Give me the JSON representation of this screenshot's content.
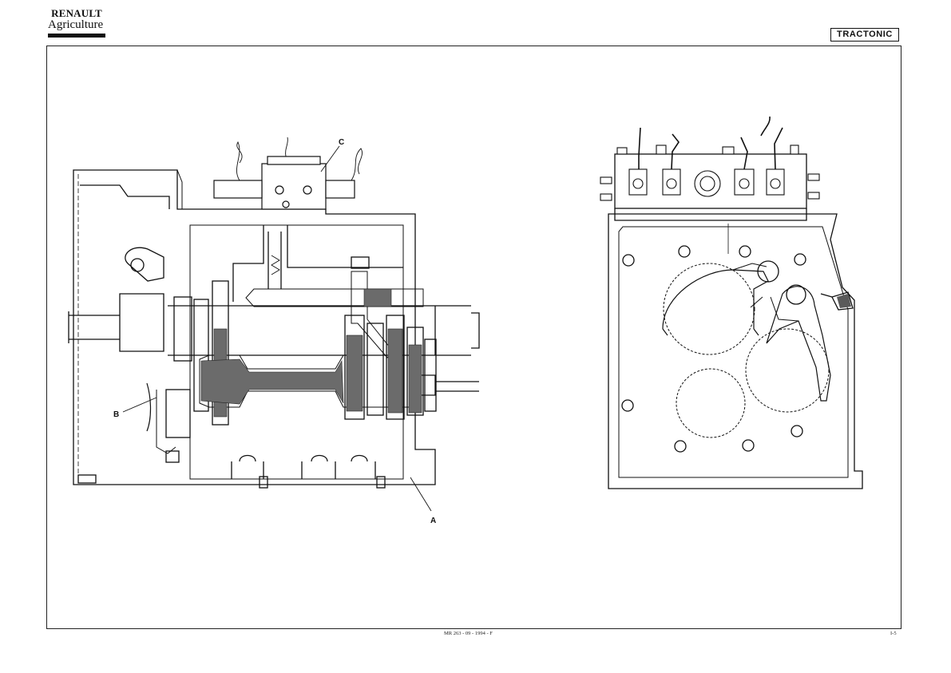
{
  "header": {
    "brand_name": "RENAULT",
    "brand_sub": "Agriculture",
    "product": "TRACTONIC"
  },
  "figure": {
    "callouts": {
      "a": "A",
      "b": "B",
      "c": "C"
    }
  },
  "footer": {
    "reference": "MR 263 - 09 - 1994 - F",
    "page": "I-5"
  }
}
